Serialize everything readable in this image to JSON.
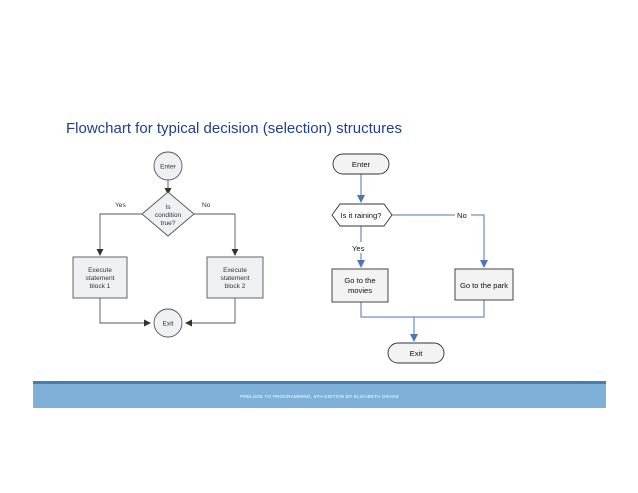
{
  "title": "Flowchart for typical decision (selection) structures",
  "left_flowchart": {
    "enter": "Enter",
    "decision": [
      "Is",
      "condition",
      "true?"
    ],
    "yes": "Yes",
    "no": "No",
    "block1": [
      "Execute",
      "statement",
      "block 1"
    ],
    "block2": [
      "Execute",
      "statement",
      "block 2"
    ],
    "exit": "Exit"
  },
  "right_flowchart": {
    "enter": "Enter",
    "decision": "Is it raining?",
    "yes": "Yes",
    "no": "No",
    "block1": [
      "Go to the",
      "movies"
    ],
    "block2": "Go to the park",
    "exit": "Exit"
  },
  "footer": "PRELUDE TO PROGRAMMING, 6TH EDITION BY ELIZABETH DRAKE",
  "colors": {
    "title": "#1f3f8f",
    "right_arrows": "#4a76b8",
    "footer_bar": "#7fb0d8",
    "footer_border": "#4a7cb4"
  }
}
